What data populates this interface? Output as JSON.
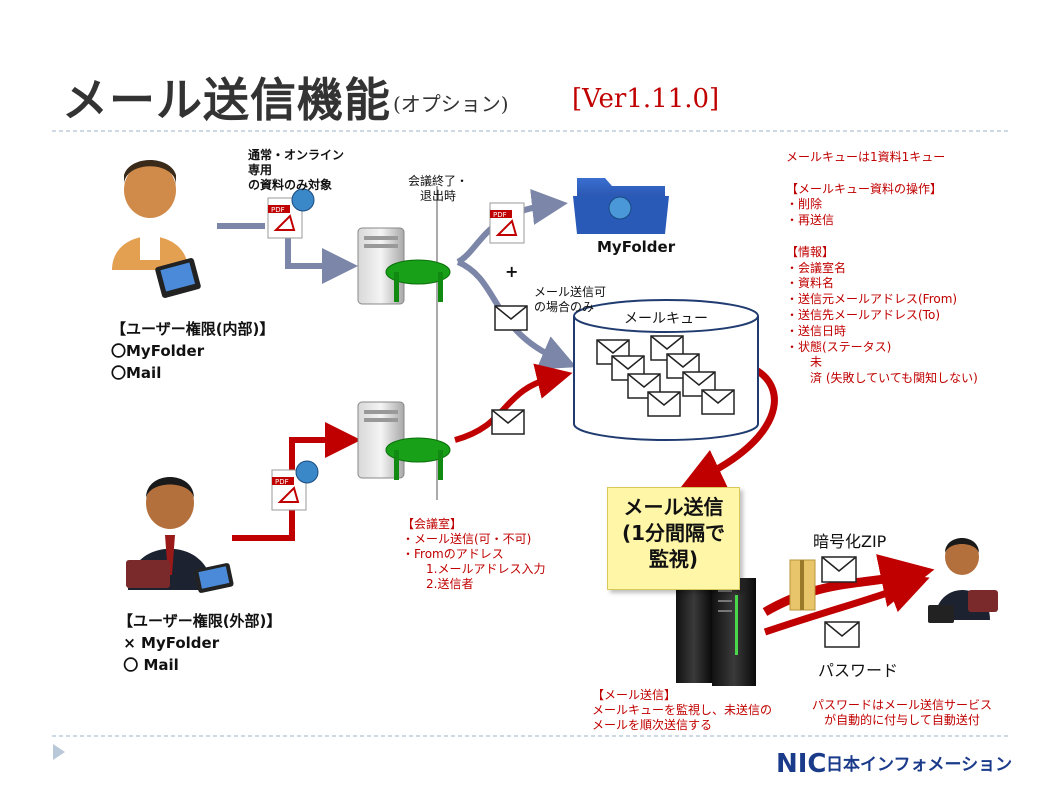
{
  "title": {
    "main": "メール送信機能",
    "sub": "(オプション)",
    "version": "[Ver1.11.0]"
  },
  "labels": {
    "internal_only": "通常・オンライン\n専用\nの資料のみ対象",
    "meeting_end": "会議終了・\n退出時",
    "plus": "+",
    "mail_ok_only": "メール送信可\nの場合のみ",
    "myfolder": "MyFolder",
    "mail_queue": "メールキュー",
    "encrypted_zip": "暗号化ZIP",
    "password": "パスワード"
  },
  "queue_info": {
    "lines": "メールキューは1資料1キュー\n\n【メールキュー資料の操作】\n・削除\n・再送信\n\n【情報】\n・会議室名\n・資料名\n・送信元メールアドレス(From)\n・送信先メールアドレス(To)\n・送信日時\n・状態(ステータス)\n　　未\n　　済 (失敗していても関知しない)"
  },
  "meeting_room_info": {
    "lines": "【会議室】\n・メール送信(可・不可)\n・Fromのアドレス\n　　1.メールアドレス入力\n　　2.送信者"
  },
  "mail_send_box": {
    "text": "メール送信\n(1分間隔で\n監視)"
  },
  "mail_send_info": {
    "lines": "【メール送信】\nメールキューを監視し、未送信の\nメールを順次送信する"
  },
  "password_info": {
    "lines": "パスワードはメール送信サービス\nが自動的に付与して自動送付"
  },
  "user_internal": {
    "lines": "【ユーザー権限(内部)】\n〇MyFolder\n〇Mail"
  },
  "user_external": {
    "lines": "【ユーザー権限(外部)】\n × MyFolder\n 〇 Mail"
  },
  "logo": {
    "text": "NIC日本インフォメーション"
  },
  "colors": {
    "title_red": "#c00000",
    "arrow_gray": "#7b86a8",
    "arrow_red": "#c00000",
    "note_yellow": "#fff6a8"
  }
}
